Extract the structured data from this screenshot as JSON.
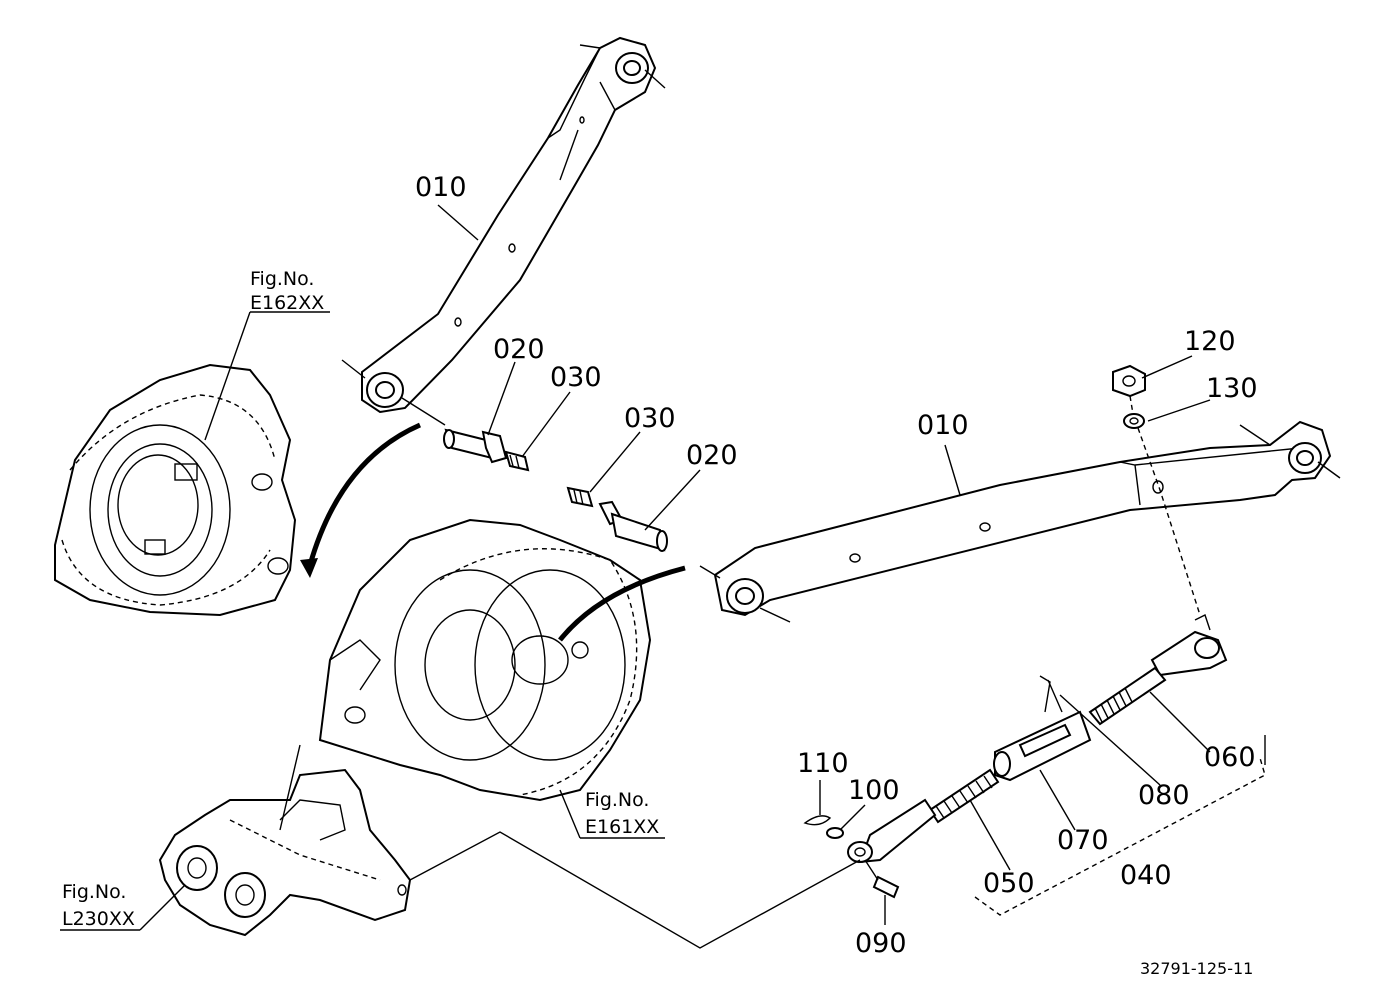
{
  "callouts": {
    "c010_upper": "010",
    "c020_left": "020",
    "c030_left": "030",
    "c030_mid": "030",
    "c020_mid": "020",
    "c120": "120",
    "c130": "130",
    "c010_right": "010",
    "c110": "110",
    "c100": "100",
    "c060": "060",
    "c080": "080",
    "c070": "070",
    "c050": "050",
    "c040": "040",
    "c090": "090"
  },
  "figure_refs": {
    "e162": {
      "label": "Fig.No.",
      "code": "E162XX"
    },
    "e161": {
      "label": "Fig.No.",
      "code": "E161XX"
    },
    "l230": {
      "label": "Fig.No.",
      "code": "L230XX"
    }
  },
  "diagram_code": "32791-125-11"
}
